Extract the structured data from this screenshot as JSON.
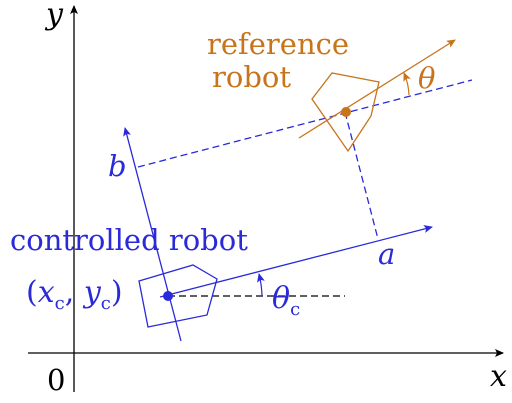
{
  "labels": {
    "y_axis": "y",
    "x_axis": "x",
    "origin": "0",
    "reference_robot_line1": "reference",
    "reference_robot_line2": "robot",
    "theta": "θ",
    "b_axis": "b",
    "a_axis": "a",
    "controlled_robot": "controlled robot",
    "coord_open": "(",
    "coord_x": "x",
    "coord_sub_x": "c",
    "coord_comma": ", ",
    "coord_y": "y",
    "coord_sub_y": "c",
    "coord_close": ")",
    "theta_c": "θ",
    "theta_c_sub": "c"
  },
  "colors": {
    "axes": "#000000",
    "controlled": "#2a2ad8",
    "reference": "#c8741a"
  }
}
